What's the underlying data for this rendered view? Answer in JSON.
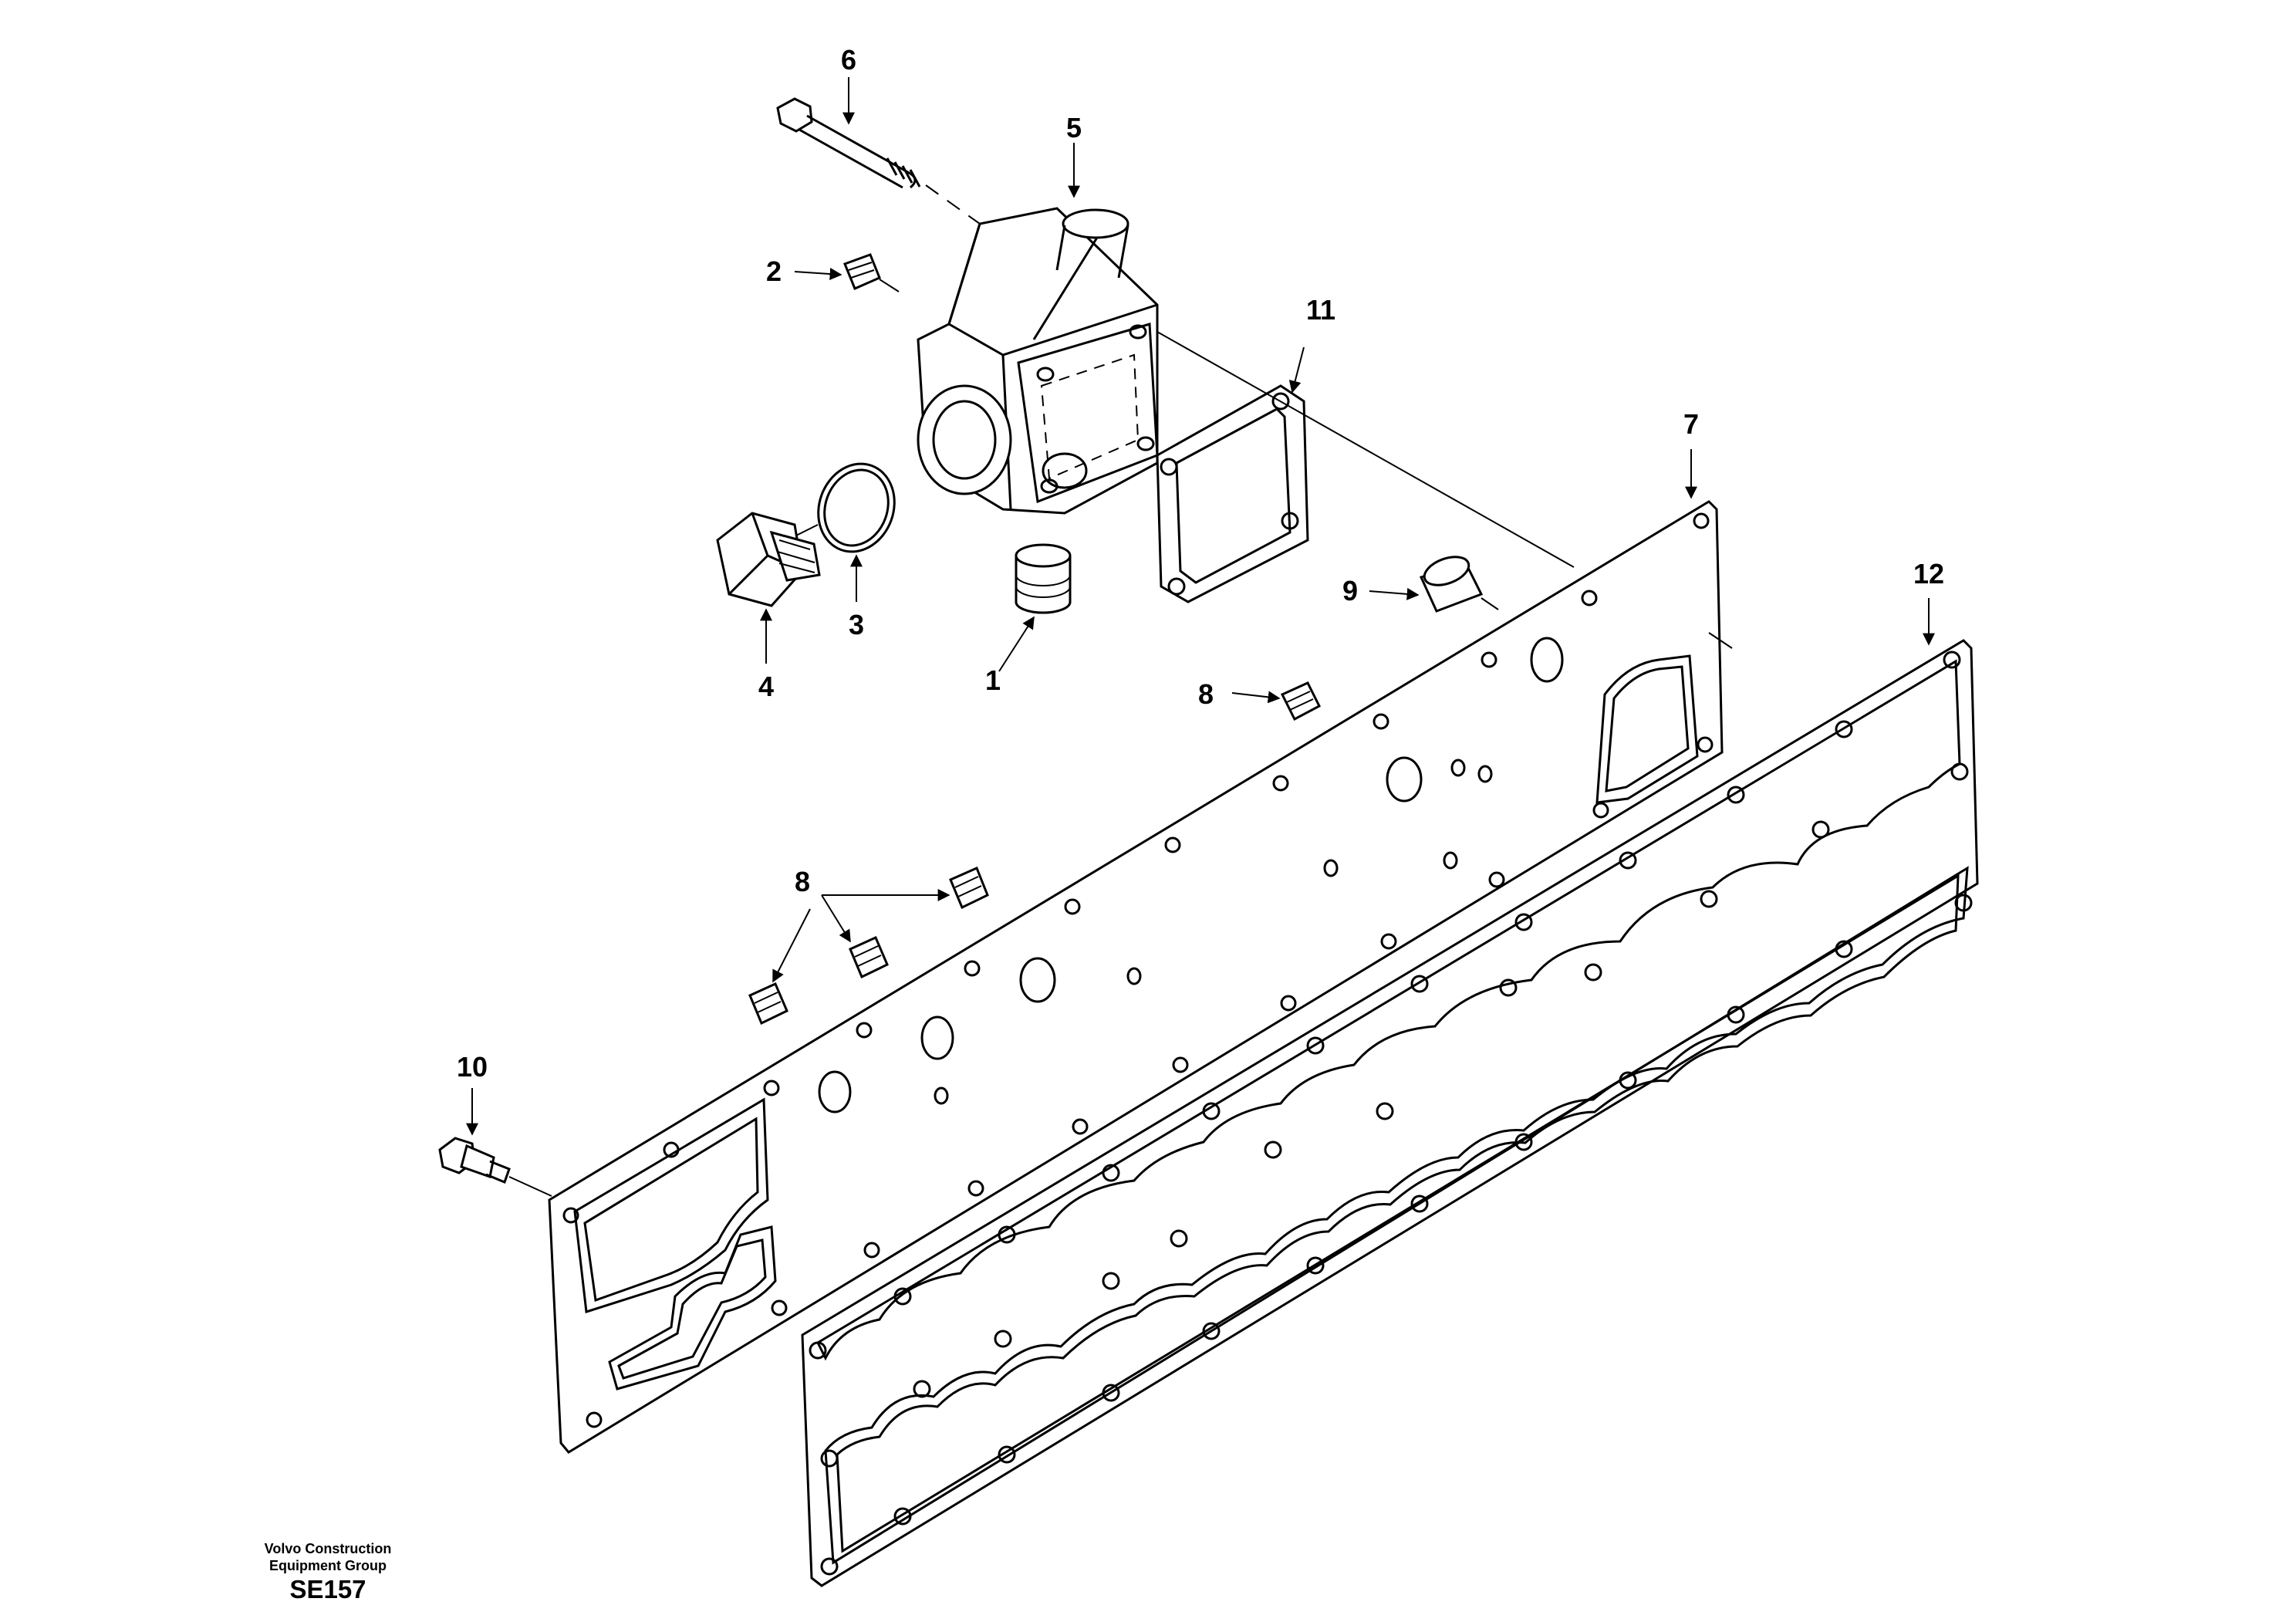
{
  "callouts": {
    "c1": "1",
    "c2": "2",
    "c3": "3",
    "c4": "4",
    "c5": "5",
    "c6": "6",
    "c7": "7",
    "c8a": "8",
    "c8b": "8",
    "c9": "9",
    "c10": "10",
    "c11": "11",
    "c12": "12"
  },
  "footer": {
    "line1": "Volvo Construction",
    "line2": "Equipment Group",
    "code": "SE157"
  }
}
